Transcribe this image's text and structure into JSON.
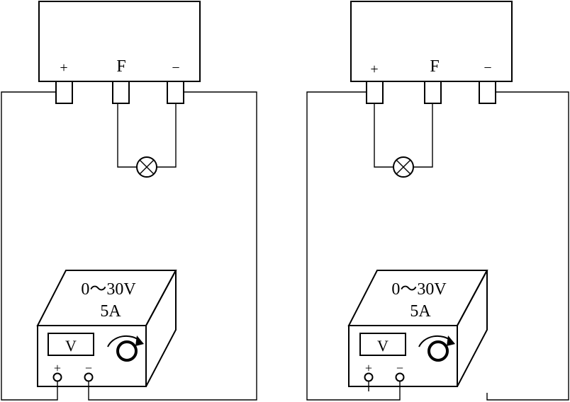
{
  "circuits": [
    {
      "regulator": {
        "terminals": [
          "+",
          "F",
          "−"
        ]
      },
      "power_supply": {
        "range": "0～30V",
        "current": "5A",
        "meter": "V",
        "pos": "+",
        "neg": "−"
      },
      "lamp_icon": "lamp-x-icon",
      "knob_icon": "rotary-knob-icon"
    },
    {
      "regulator": {
        "terminals": [
          "+",
          "F",
          "−"
        ]
      },
      "power_supply": {
        "range": "0～30V",
        "current": "5A",
        "meter": "V",
        "pos": "+",
        "neg": "−"
      },
      "lamp_icon": "lamp-x-icon",
      "knob_icon": "rotary-knob-icon"
    }
  ]
}
